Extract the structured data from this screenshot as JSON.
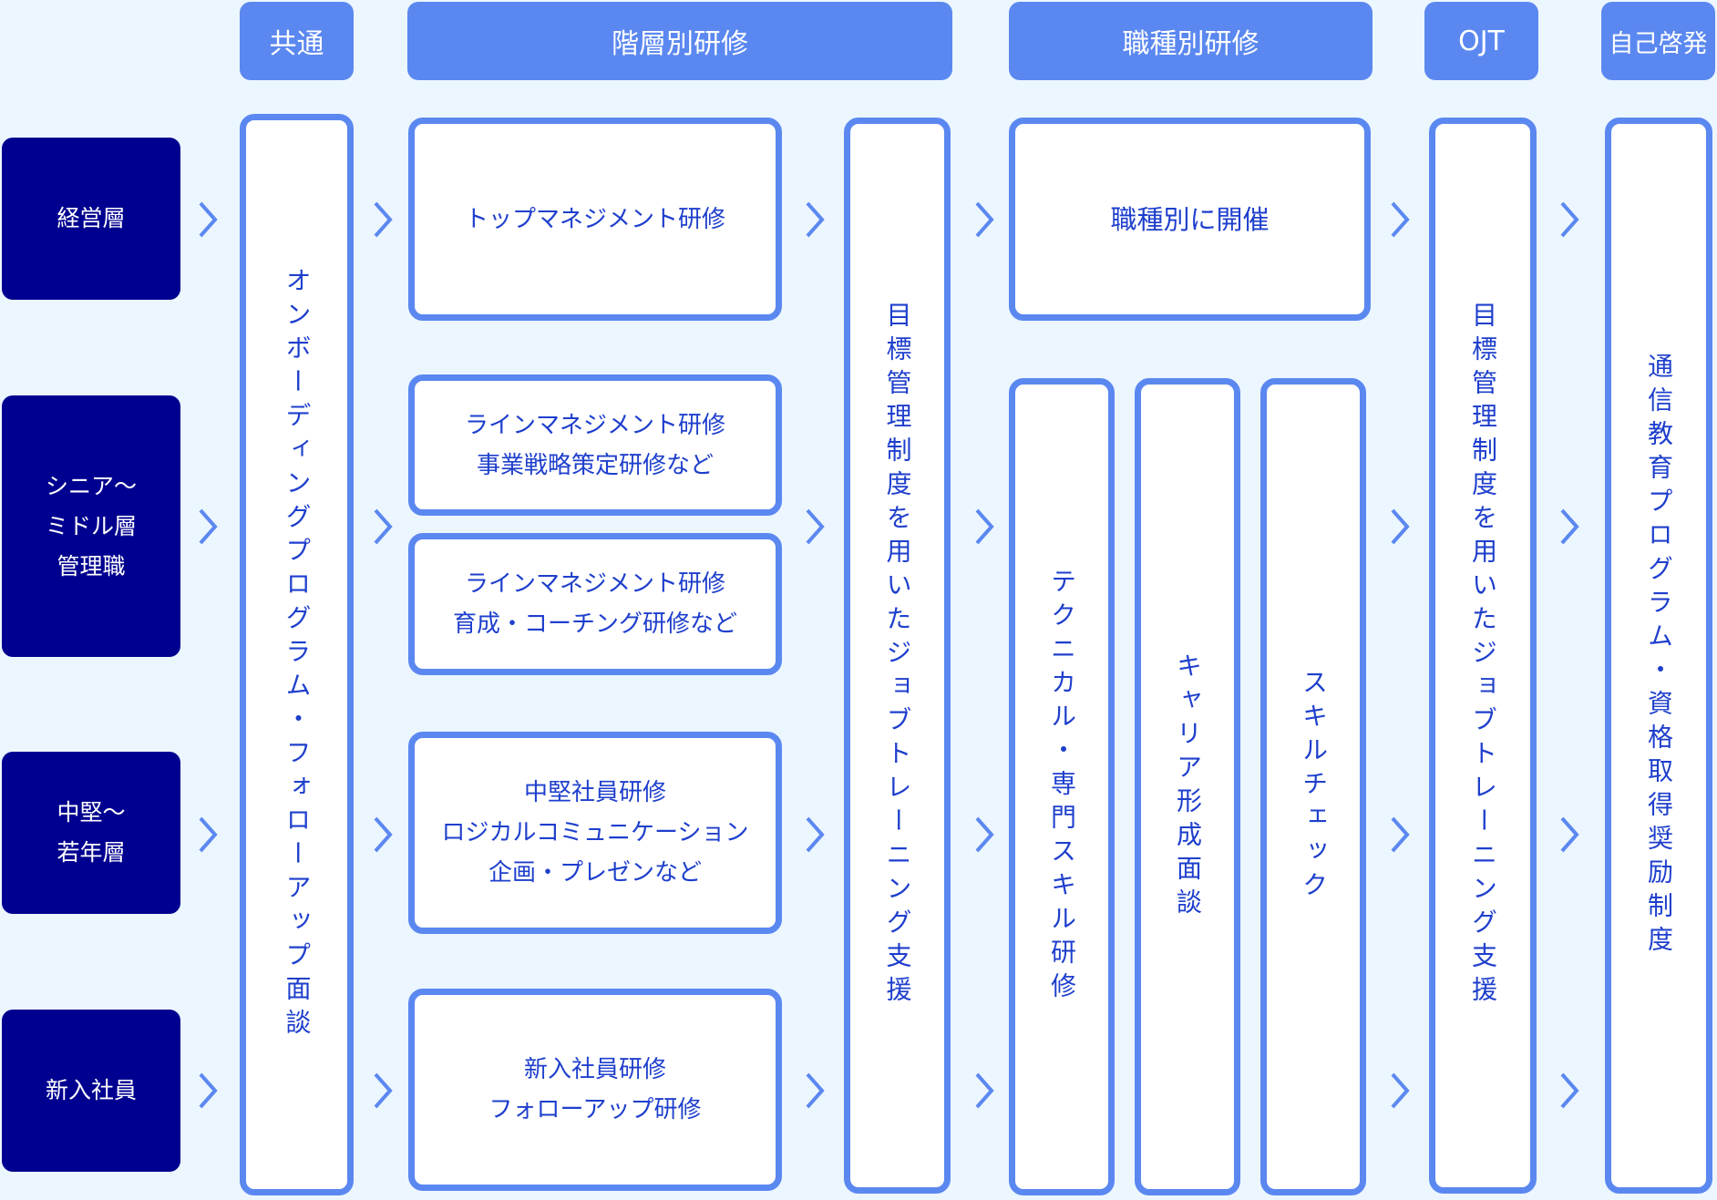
{
  "headers": {
    "common": "共通",
    "tiered": "階層別研修",
    "occupational": "職種別研修",
    "ojt": "OJT",
    "self_dev": "自己啓発"
  },
  "levels": {
    "executive": [
      "経営層"
    ],
    "senior": [
      "シニア～",
      "ミドル層",
      "管理職"
    ],
    "mid": [
      "中堅～",
      "若年層"
    ],
    "new": [
      "新入社員"
    ]
  },
  "common_column": "オンボーディングプログラム・フォローアップ面談",
  "tiered": {
    "executive": [
      "トップマネジメント研修"
    ],
    "line1": [
      "ラインマネジメント研修",
      "事業戦略策定研修など"
    ],
    "line2": [
      "ラインマネジメント研修",
      "育成・コーチング研修など"
    ],
    "mid": [
      "中堅社員研修",
      "ロジカルコミュニケーション",
      "企画・プレゼンなど"
    ],
    "new": [
      "新入社員研修",
      "フォローアップ研修"
    ]
  },
  "job_training_support": "目標管理制度を用いたジョブトレーニング支援",
  "occupational": {
    "top": "職種別に開催",
    "technical": "テクニカル・専門スキル研修",
    "career": "キャリア形成面談",
    "skillcheck": "スキルチェック"
  },
  "ojt_column": "目標管理制度を用いたジョブトレーニング支援",
  "self_dev_column": "通信教育プログラム・資格取得奨励制度",
  "colors": {
    "background": "#ecf6ff",
    "navy": "#000090",
    "accent": "#5b88f0",
    "text": "#1e3fcc"
  }
}
